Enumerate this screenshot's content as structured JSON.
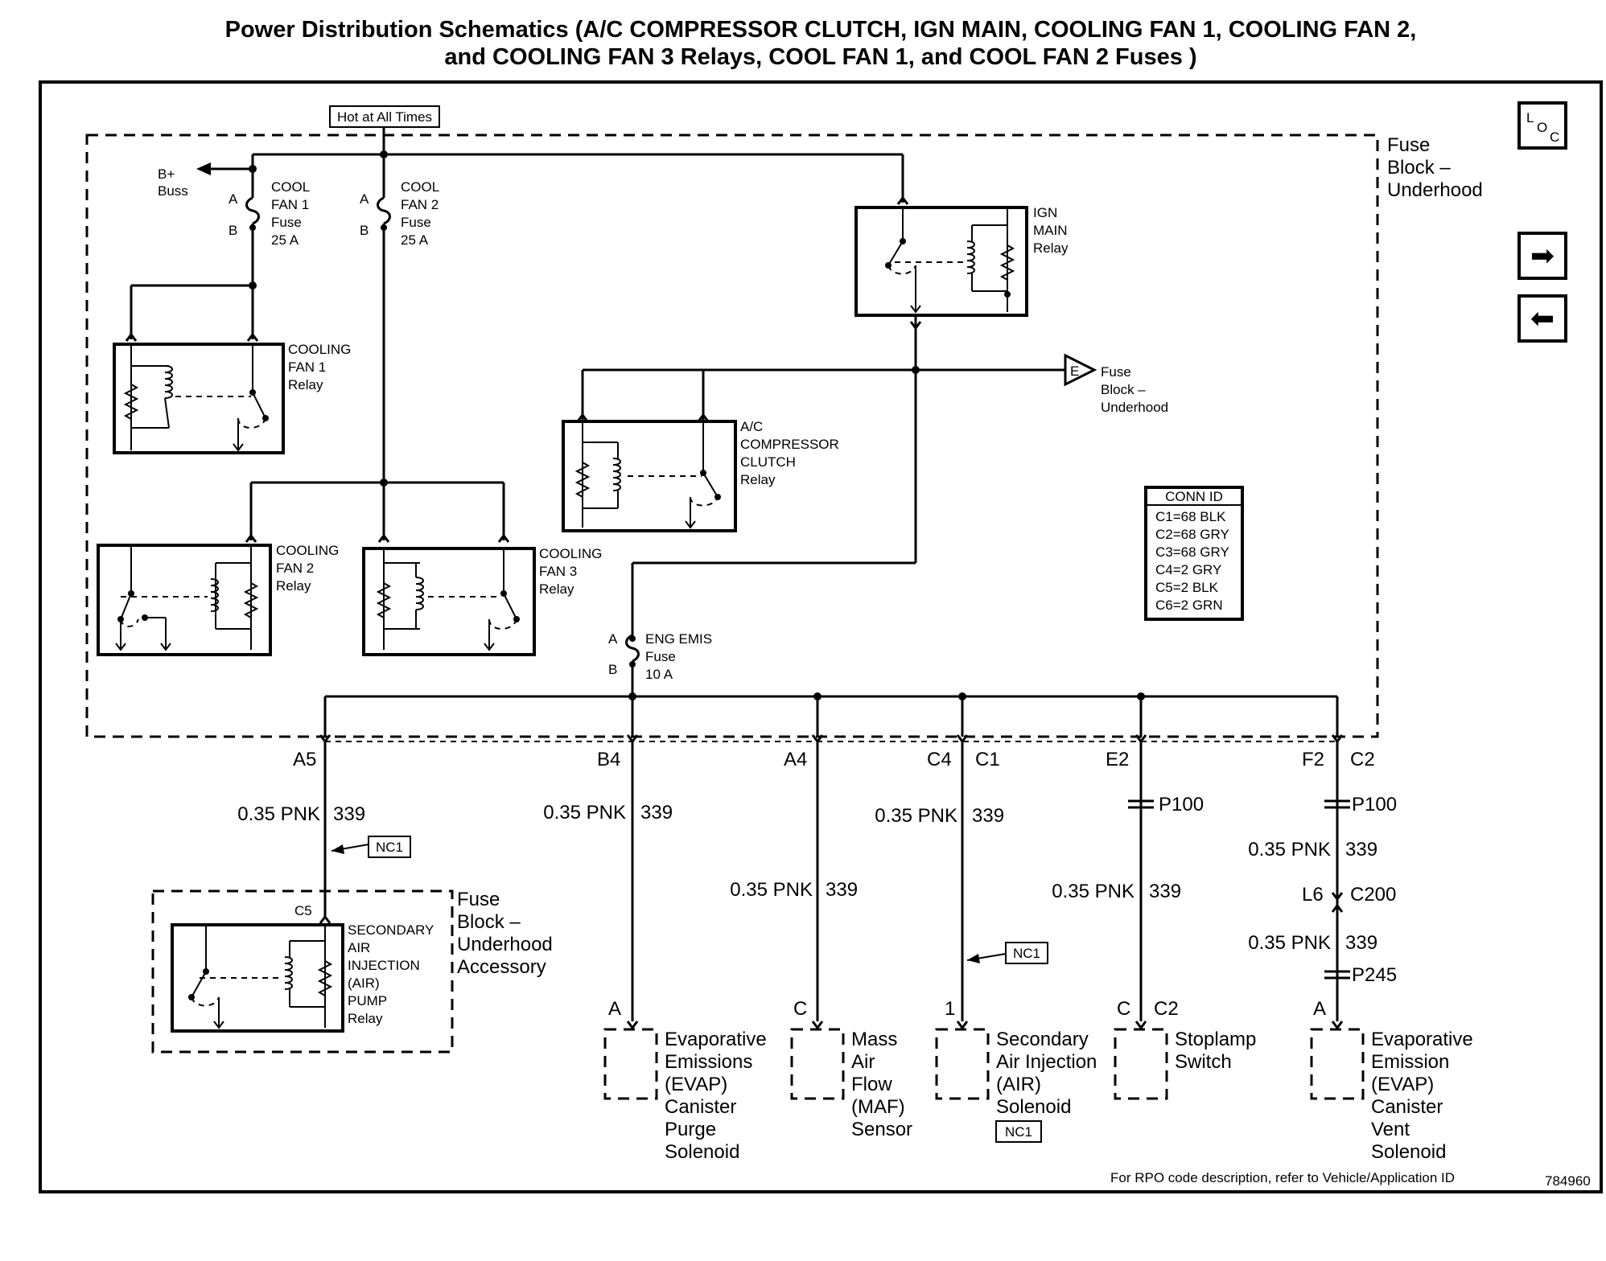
{
  "title": {
    "line1": "Power Distribution Schematics (A/C COMPRESSOR CLUTCH, IGN MAIN, COOLING FAN 1, COOLING FAN 2,",
    "line2": "and COOLING FAN 3 Relays, COOL FAN 1, and COOL FAN 2 Fuses )"
  },
  "hot_label": "Hot at All Times",
  "fuse_block": [
    "Fuse",
    "Block –",
    "Underhood"
  ],
  "nav": {
    "loc": [
      "L",
      "O",
      "C"
    ],
    "next_glyph": "➡",
    "prev_glyph": "⬅"
  },
  "bplus": [
    "B+",
    "Buss"
  ],
  "cool_fan1_fuse": [
    "COOL",
    "FAN 1",
    "Fuse",
    "25 A"
  ],
  "cool_fan2_fuse": [
    "COOL",
    "FAN 2",
    "Fuse",
    "25 A"
  ],
  "pin_a": "A",
  "pin_b": "B",
  "ign_main_relay": [
    "IGN",
    "MAIN",
    "Relay"
  ],
  "cooling_fan1_relay": [
    "COOLING",
    "FAN 1",
    "Relay"
  ],
  "cooling_fan2_relay": [
    "COOLING",
    "FAN 2",
    "Relay"
  ],
  "cooling_fan3_relay": [
    "COOLING",
    "FAN 3",
    "Relay"
  ],
  "ac_relay": [
    "A/C",
    "COMPRESSOR",
    "CLUTCH",
    "Relay"
  ],
  "e_conn": {
    "pin": "E",
    "lines": [
      "Fuse",
      "Block –",
      "Underhood"
    ]
  },
  "conn_id": {
    "header": "CONN ID",
    "rows": [
      "C1=68 BLK",
      "C2=68 GRY",
      "C3=68 GRY",
      "C4=2 GRY",
      "C5=2 BLK",
      "C6=2 GRN"
    ]
  },
  "eng_emis_fuse": [
    "ENG EMIS",
    "Fuse",
    "10 A"
  ],
  "terminals": {
    "a5": "A5",
    "b4": "B4",
    "a4": "A4",
    "c4": "C4",
    "c1": "C1",
    "e2": "E2",
    "f2": "F2",
    "c2": "C2"
  },
  "wire_color": "0.35 PNK",
  "wire_circuit": "339",
  "nc1": "NC1",
  "p100": "P100",
  "p245": "P245",
  "l6": "L6",
  "c200": "C200",
  "c5": "C5",
  "air_pump_relay": [
    "SECONDARY",
    "AIR",
    "INJECTION",
    "(AIR)",
    "PUMP",
    "Relay"
  ],
  "fb_accessory": [
    "Fuse",
    "Block –",
    "Underhood",
    "Accessory"
  ],
  "pin_c": "C",
  "pin_1": "1",
  "pin_c2": "C2",
  "evap_purge": [
    "Evaporative",
    "Emissions",
    "(EVAP)",
    "Canister",
    "Purge",
    "Solenoid"
  ],
  "maf": [
    "Mass",
    "Air",
    "Flow",
    "(MAF)",
    "Sensor"
  ],
  "air_solenoid": [
    "Secondary",
    "Air Injection",
    "(AIR)",
    "Solenoid"
  ],
  "stoplamp": [
    "Stoplamp",
    "Switch"
  ],
  "evap_vent": [
    "Evaporative",
    "Emission",
    "(EVAP)",
    "Canister",
    "Vent",
    "Solenoid"
  ],
  "footer": "For RPO code description, refer to Vehicle/Application ID",
  "figure_id": "784960"
}
